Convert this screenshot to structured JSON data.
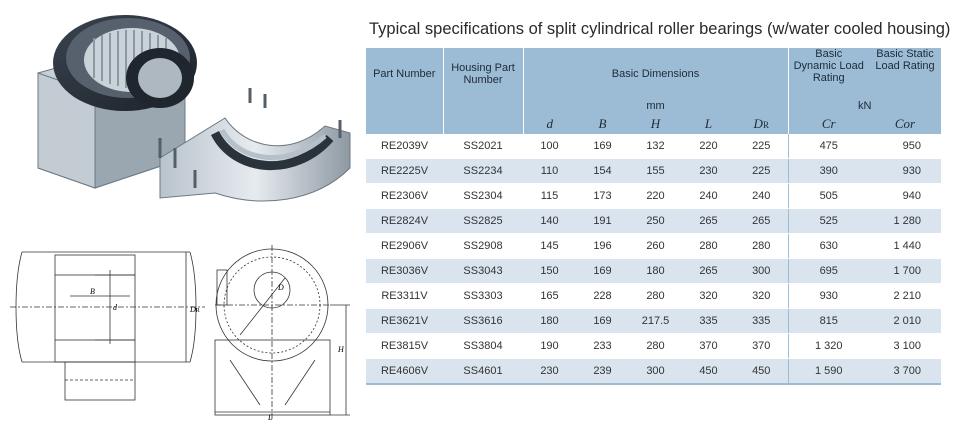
{
  "title": "Typical specifications of split cylindrical roller bearings (w/water cooled housing)",
  "headers": {
    "part_number": "Part Number",
    "housing_part_number": "Housing Part Number",
    "basic_dimensions": "Basic Dimensions",
    "dynamic_rating": "Basic Dynamic Load Rating",
    "static_rating": "Basic Static Load Rating",
    "unit_mm": "mm",
    "unit_kn": "kN",
    "sym_d": "d",
    "sym_B": "B",
    "sym_H": "H",
    "sym_L": "L",
    "sym_DR": "D",
    "sym_DR_sub": "R",
    "sym_Cr": "Cr",
    "sym_Cor": "Cor"
  },
  "rows": [
    {
      "part": "RE2039V",
      "housing": "SS2021",
      "d": "100",
      "B": "169",
      "H": "132",
      "L": "220",
      "DR": "225",
      "Cr": "475",
      "Cor": "950"
    },
    {
      "part": "RE2225V",
      "housing": "SS2234",
      "d": "110",
      "B": "154",
      "H": "155",
      "L": "230",
      "DR": "225",
      "Cr": "390",
      "Cor": "930"
    },
    {
      "part": "RE2306V",
      "housing": "SS2304",
      "d": "115",
      "B": "173",
      "H": "220",
      "L": "240",
      "DR": "240",
      "Cr": "505",
      "Cor": "940"
    },
    {
      "part": "RE2824V",
      "housing": "SS2825",
      "d": "140",
      "B": "191",
      "H": "250",
      "L": "265",
      "DR": "265",
      "Cr": "525",
      "Cor": "1 280"
    },
    {
      "part": "RE2906V",
      "housing": "SS2908",
      "d": "145",
      "B": "196",
      "H": "260",
      "L": "280",
      "DR": "280",
      "Cr": "630",
      "Cor": "1 440"
    },
    {
      "part": "RE3036V",
      "housing": "SS3043",
      "d": "150",
      "B": "169",
      "H": "180",
      "L": "265",
      "DR": "300",
      "Cr": "695",
      "Cor": "1 700"
    },
    {
      "part": "RE3311V",
      "housing": "SS3303",
      "d": "165",
      "B": "228",
      "H": "280",
      "L": "320",
      "DR": "320",
      "Cr": "930",
      "Cor": "2 210"
    },
    {
      "part": "RE3621V",
      "housing": "SS3616",
      "d": "180",
      "B": "169",
      "H": "217.5",
      "L": "335",
      "DR": "335",
      "Cr": "815",
      "Cor": "2 010"
    },
    {
      "part": "RE3815V",
      "housing": "SS3804",
      "d": "190",
      "B": "233",
      "H": "280",
      "L": "370",
      "DR": "370",
      "Cr": "1 320",
      "Cor": "3 100"
    },
    {
      "part": "RE4606V",
      "housing": "SS4601",
      "d": "230",
      "B": "239",
      "H": "300",
      "L": "450",
      "DR": "450",
      "Cr": "1 590",
      "Cor": "3 700"
    }
  ],
  "drawing_labels": {
    "B": "B",
    "d": "d",
    "DR": "D",
    "DR_sub": "R",
    "D": "D",
    "H": "H",
    "L": "L"
  },
  "colors": {
    "header_bg": "#9cbcd6",
    "alt_row_bg": "#d9e4ef"
  }
}
